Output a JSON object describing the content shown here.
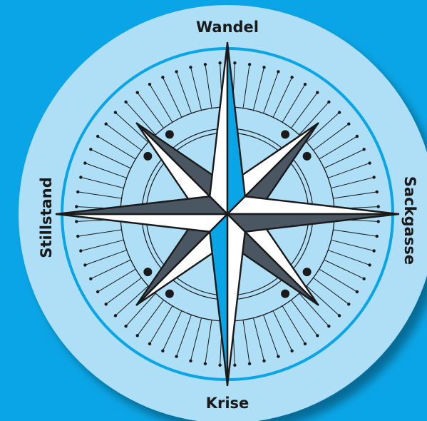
{
  "labels": {
    "north": "Wandel",
    "south": "Krise",
    "west": "Stillstand",
    "east": "Sackgasse"
  },
  "colors": {
    "background": "#0aa5e6",
    "disc": "#aedff7",
    "accent": "#0aa5e6",
    "dark": "#4a5661",
    "light": "#ffffff",
    "ink": "#1a1a1a"
  }
}
